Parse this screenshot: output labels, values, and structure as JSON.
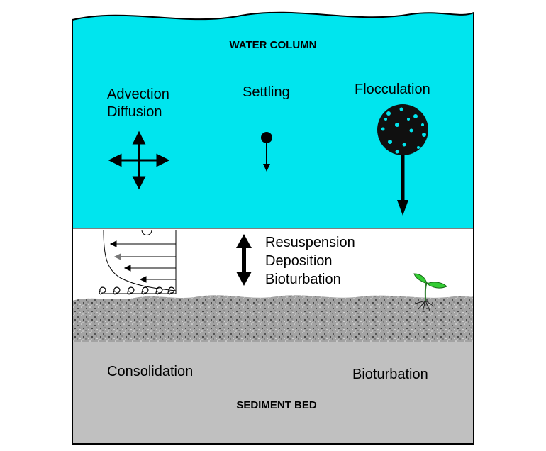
{
  "water_column": {
    "title": "WATER COLUMN",
    "processes": {
      "advection": "Advection",
      "diffusion": "Diffusion",
      "settling": "Settling",
      "flocculation": "Flocculation"
    },
    "color": "#00E5EE"
  },
  "boundary_layer": {
    "resuspension": "Resuspension",
    "deposition": "Deposition",
    "bioturbation": "Bioturbation",
    "color": "#FFFFFF"
  },
  "sediment_bed": {
    "title": "SEDIMENT BED",
    "consolidation": "Consolidation",
    "bioturbation": "Bioturbation",
    "color": "#C0C0C0",
    "surface_color": "#9A9A9A"
  },
  "icons": {
    "mixing": "four-way-arrow-icon",
    "settling": "falling-particle-icon",
    "floc": "floc-aggregate-icon",
    "exchange": "double-arrow-icon",
    "plant": "seedling-icon",
    "velocity": "velocity-profile-icon",
    "eddies": "eddy-spirals-icon"
  }
}
